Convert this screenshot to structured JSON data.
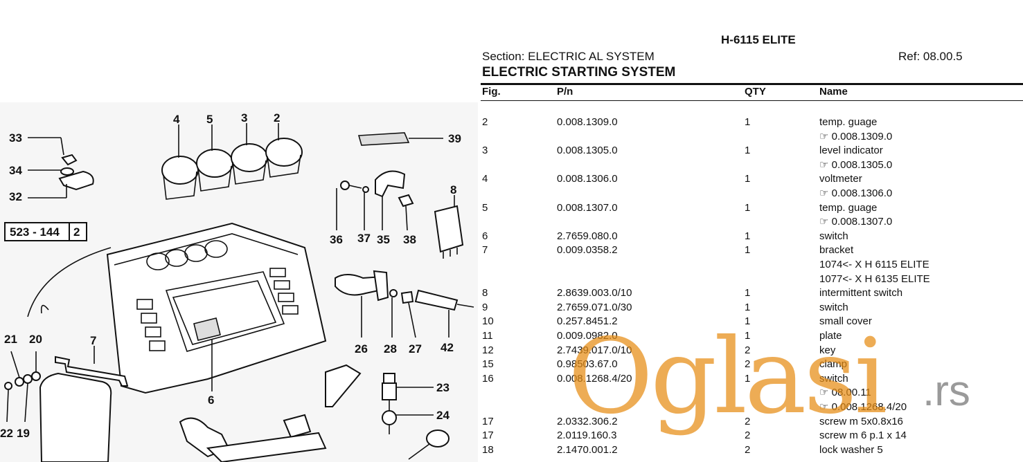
{
  "header": {
    "title": "H-6115 ELITE",
    "section": "Section: ELECTRIC AL SYSTEM",
    "ref": "Ref: 08.00.5",
    "subtitle": "ELECTRIC STARTING SYSTEM"
  },
  "columns": {
    "fig": "Fig.",
    "pn": "P/n",
    "qty": "QTY",
    "name": "Name"
  },
  "parts": [
    {
      "fig": "2",
      "pn": "0.008.1309.0",
      "qty": "1",
      "name": [
        "temp. guage",
        "☞ 0.008.1309.0"
      ]
    },
    {
      "fig": "3",
      "pn": "0.008.1305.0",
      "qty": "1",
      "name": [
        "level indicator",
        "☞ 0.008.1305.0"
      ]
    },
    {
      "fig": "4",
      "pn": "0.008.1306.0",
      "qty": "1",
      "name": [
        "voltmeter",
        "☞ 0.008.1306.0"
      ]
    },
    {
      "fig": "5",
      "pn": "0.008.1307.0",
      "qty": "1",
      "name": [
        "temp. guage",
        "☞ 0.008.1307.0"
      ]
    },
    {
      "fig": "6",
      "pn": "2.7659.080.0",
      "qty": "1",
      "name": [
        "switch"
      ]
    },
    {
      "fig": "7",
      "pn": "0.009.0358.2",
      "qty": "1",
      "name": [
        "bracket",
        "1074<- X H 6115 ELITE",
        "1077<- X H 6135 ELITE"
      ]
    },
    {
      "fig": "8",
      "pn": "2.8639.003.0/10",
      "qty": "1",
      "name": [
        "intermittent switch"
      ]
    },
    {
      "fig": "9",
      "pn": "2.7659.071.0/30",
      "qty": "1",
      "name": [
        "switch"
      ]
    },
    {
      "fig": "10",
      "pn": "0.257.8451.2",
      "qty": "1",
      "name": [
        "small cover"
      ]
    },
    {
      "fig": "11",
      "pn": "0.009.0982.0",
      "qty": "1",
      "name": [
        "plate"
      ]
    },
    {
      "fig": "12",
      "pn": "2.7439.017.0/10",
      "qty": "2",
      "name": [
        "key"
      ]
    },
    {
      "fig": "15",
      "pn": "0.98503.67.0",
      "qty": "2",
      "name": [
        "clamp"
      ]
    },
    {
      "fig": "16",
      "pn": "0.008.1268.4/20",
      "qty": "1",
      "name": [
        "switch",
        "☞ 08.00.11",
        "☞ 0.008.1268.4/20"
      ]
    },
    {
      "fig": "17",
      "pn": "2.0332.306.2",
      "qty": "2",
      "name": [
        "screw m 5x0.8x16"
      ]
    },
    {
      "fig": "17",
      "pn": "2.0119.160.3",
      "qty": "2",
      "name": [
        "screw m 6 p.1 x 14"
      ]
    },
    {
      "fig": "18",
      "pn": "2.1470.001.2",
      "qty": "2",
      "name": [
        "lock washer 5"
      ]
    }
  ],
  "diagram": {
    "plate_label": "523 - 144",
    "plate_sheet": "2",
    "callouts": [
      "4",
      "5",
      "3",
      "2",
      "33",
      "34",
      "32",
      "39",
      "8",
      "36",
      "37",
      "35",
      "38",
      "26",
      "28",
      "27",
      "42",
      "21",
      "20",
      "7",
      "6",
      "23",
      "24",
      "22",
      "19"
    ]
  },
  "watermark": {
    "text": "Oglasi",
    "tld": ".rs"
  },
  "colors": {
    "watermark": "#e68c14",
    "ink": "#111111",
    "diagram_bg": "#f6f6f6"
  }
}
